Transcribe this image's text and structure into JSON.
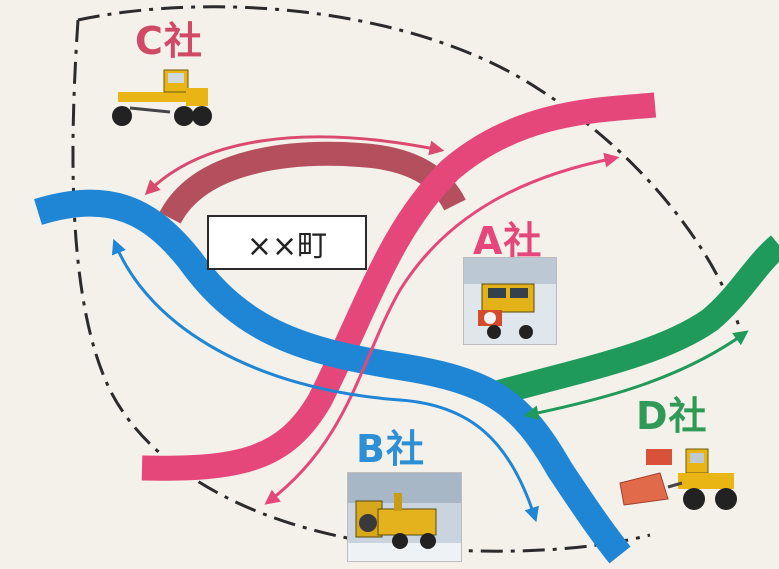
{
  "town": {
    "label": "××町"
  },
  "companies": {
    "a": {
      "label": "A社",
      "color": "#e5477a",
      "machine_icon": "snow-blower-truck-icon"
    },
    "b": {
      "label": "B社",
      "color": "#2d8fd6",
      "machine_icon": "rotary-snow-blower-icon"
    },
    "c": {
      "label": "C社",
      "color": "#b4505e",
      "machine_icon": "motor-grader-icon"
    },
    "d": {
      "label": "D社",
      "color": "#2e9a56",
      "machine_icon": "wheel-loader-plow-icon"
    }
  },
  "colors": {
    "background": "#f3f1ea",
    "boundary": "#2b2b2b",
    "route_a": "#e5477a",
    "route_b": "#1f86d6",
    "route_c": "#b4505e",
    "route_d": "#1f9a5a"
  }
}
